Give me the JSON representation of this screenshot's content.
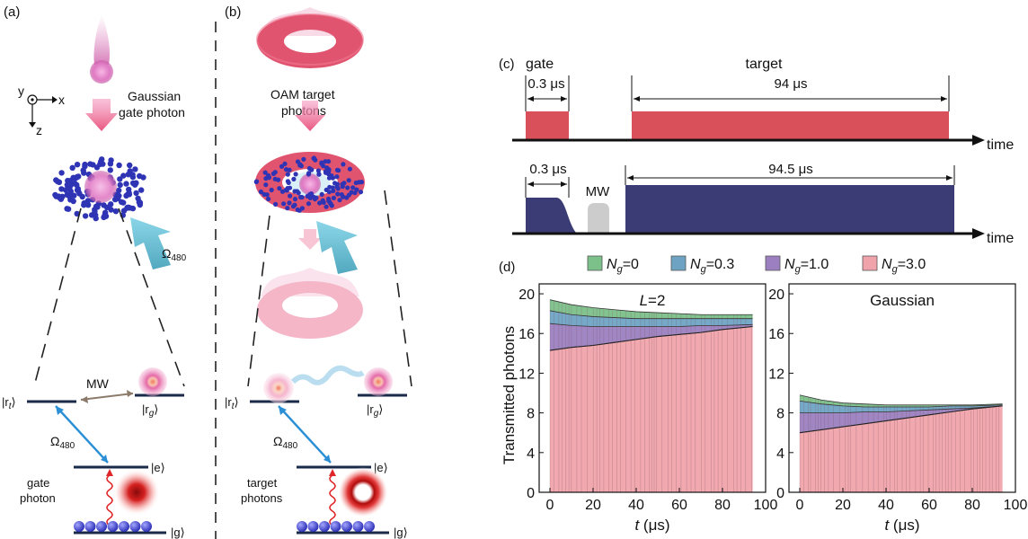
{
  "panels": {
    "a": {
      "letter": "(a)",
      "axis_y": "y",
      "axis_x": "x",
      "axis_z": "z",
      "beam_label_1": "Gaussian",
      "beam_label_2": "gate photon",
      "omega": "Ω",
      "omega_sub": "480",
      "level_rt": "|r",
      "level_rt_sub": "t",
      "level_rg": "|r",
      "level_rg_sub": "g",
      "level_e": "|e⟩",
      "level_g": "|g⟩",
      "mw": "MW",
      "photon_label_1": "gate",
      "photon_label_2": "photon",
      "ket_close": "⟩"
    },
    "b": {
      "letter": "(b)",
      "beam_label_1": "OAM target",
      "beam_label_2": "photons",
      "omega": "Ω",
      "omega_sub": "480",
      "level_rt": "|r",
      "level_rt_sub": "t",
      "level_rg": "|r",
      "level_rg_sub": "g",
      "level_e": "|e⟩",
      "level_g": "|g⟩",
      "photon_label_1": "target",
      "photon_label_2": "photons",
      "ket_close": "⟩"
    },
    "c": {
      "letter": "(c)",
      "gate_label": "gate",
      "target_label": "target",
      "gate_duration": "0.3 μs",
      "target_duration": "94 μs",
      "lower_gate_duration": "0.3 μs",
      "mw_label": "MW",
      "lower_target_duration": "94.5 μs",
      "time_label": "time",
      "colors": {
        "red": "#d9505a",
        "navy": "#3b3c75",
        "mw": "#cccccc"
      }
    },
    "d": {
      "letter": "(d)"
    }
  },
  "chart_data": {
    "type": "area",
    "ylabel": "Transmitted photons",
    "xlabel": "t (μs)",
    "xlabel_var": "t",
    "xlabel_unit": "(μs)",
    "legend_placement": "top",
    "legend": [
      {
        "var": "N",
        "sub": "g",
        "text": "=0",
        "color": "#7cc08a"
      },
      {
        "var": "N",
        "sub": "g",
        "text": "=0.3",
        "color": "#6fa3c4"
      },
      {
        "var": "N",
        "sub": "g",
        "text": "=1.0",
        "color": "#9b7fc0"
      },
      {
        "var": "N",
        "sub": "g",
        "text": "=3.0",
        "color": "#f0a3ab"
      }
    ],
    "panels": [
      {
        "title": "L=2",
        "title_var": "L",
        "title_rest": "=2",
        "xlim": [
          -5,
          100
        ],
        "ylim": [
          0,
          21
        ],
        "xticks": [
          0,
          20,
          40,
          60,
          80,
          100
        ],
        "xtick_labels": [
          "0",
          "20",
          "40",
          "60",
          "80",
          "100"
        ],
        "yticks": [
          0,
          4,
          8,
          12,
          16,
          20
        ],
        "ytick_labels": [
          "0",
          "4",
          "8",
          "12",
          "16",
          "20"
        ],
        "x": [
          0,
          10,
          20,
          30,
          40,
          50,
          60,
          70,
          80,
          94
        ],
        "series": [
          {
            "values": [
              19.4,
              18.9,
              18.6,
              18.4,
              18.2,
              18.1,
              18.0,
              17.9,
              17.9,
              17.9
            ]
          },
          {
            "values": [
              18.3,
              17.9,
              17.7,
              17.6,
              17.5,
              17.5,
              17.5,
              17.5,
              17.5,
              17.5
            ]
          },
          {
            "values": [
              17.0,
              16.8,
              16.7,
              16.7,
              16.7,
              16.7,
              16.7,
              16.8,
              16.8,
              16.9
            ]
          },
          {
            "values": [
              14.3,
              14.6,
              14.8,
              15.1,
              15.4,
              15.7,
              15.9,
              16.1,
              16.4,
              16.7
            ]
          }
        ]
      },
      {
        "title": "Gaussian",
        "xlim": [
          -5,
          100
        ],
        "ylim": [
          0,
          21
        ],
        "xticks": [
          0,
          20,
          40,
          60,
          80,
          100
        ],
        "xtick_labels": [
          "0",
          "20",
          "40",
          "60",
          "80",
          "100"
        ],
        "yticks": [
          0,
          4,
          8,
          12,
          16,
          20
        ],
        "ytick_labels": [
          "0",
          "4",
          "8",
          "12",
          "16",
          "20"
        ],
        "x": [
          0,
          10,
          20,
          30,
          40,
          50,
          60,
          70,
          80,
          94
        ],
        "series": [
          {
            "values": [
              9.8,
              9.3,
              9.0,
              8.9,
              8.8,
              8.8,
              8.8,
              8.8,
              8.8,
              8.9
            ]
          },
          {
            "values": [
              9.2,
              8.9,
              8.7,
              8.6,
              8.6,
              8.6,
              8.6,
              8.7,
              8.7,
              8.8
            ]
          },
          {
            "values": [
              8.0,
              8.0,
              8.0,
              8.1,
              8.1,
              8.2,
              8.3,
              8.4,
              8.5,
              8.7
            ]
          },
          {
            "values": [
              6.0,
              6.3,
              6.6,
              6.9,
              7.2,
              7.5,
              7.8,
              8.1,
              8.4,
              8.7
            ]
          }
        ]
      }
    ]
  }
}
